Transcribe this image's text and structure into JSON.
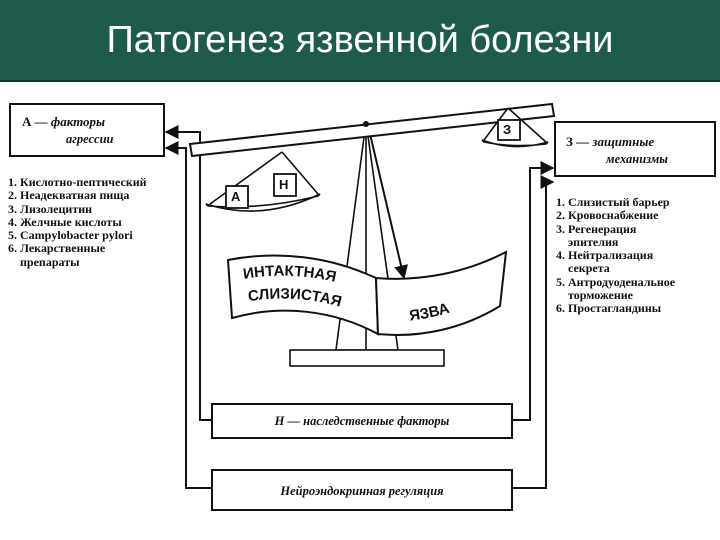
{
  "title": "Патогенез язвенной болезни",
  "aggression": {
    "box_letter": "А",
    "box_line1": "— факторы",
    "box_line2": "агрессии",
    "items": [
      "1. Кислотно-пептический",
      "2. Неадекватная пища",
      "3. Лизолецитин",
      "4. Желчные кислоты",
      "5. Campylobacter pylori",
      "6. Лекарственные",
      "    препараты"
    ]
  },
  "protection": {
    "box_letter": "З",
    "box_line1": "— защитные",
    "box_line2": "механизмы",
    "items": [
      "1. Слизистый барьер",
      "2. Кровоснабжение",
      "3. Регенерация",
      "    эпителия",
      "4. Нейтрализация",
      "    секрета",
      "5. Антродуоденальное",
      "    торможение",
      "6. Простагландины"
    ]
  },
  "scale": {
    "pan_left_weights": [
      "А",
      "Н"
    ],
    "pan_right_weight": "З",
    "arc_left_line1": "ИНТАКТНАЯ",
    "arc_left_line2": "СЛИЗИСТАЯ",
    "arc_right": "ЯЗВА"
  },
  "hereditary": {
    "label": "Н — наследственные факторы"
  },
  "neuroendocrine": {
    "label": "Нейроэндокринная регуляция"
  }
}
